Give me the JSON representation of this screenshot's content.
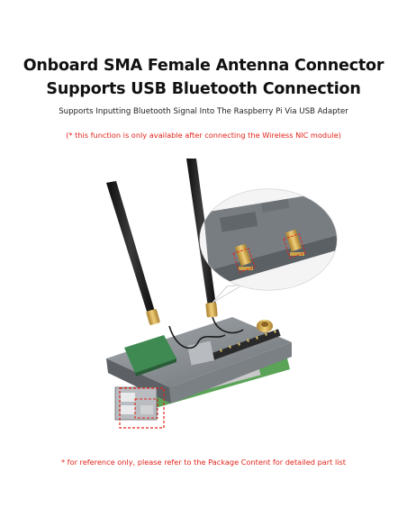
{
  "headline": {
    "line1": "Onboard SMA Female Antenna Connector",
    "line2": "Supports USB Bluetooth Connection"
  },
  "subtitle": "Supports Inputting Bluetooth Signal Into The Raspberry Pi Via USB Adapter",
  "note": "(* this function is only available after connecting the Wireless NIC module)",
  "footnote": "* for reference only, please refer to the Package Content for detailed part list",
  "colors": {
    "accent_red": "#e2231a",
    "board_gray": "#8a8f94",
    "antenna_black": "#1a1a1a",
    "pcb_green": "#4f9a4c",
    "gold": "#c9a24a"
  }
}
